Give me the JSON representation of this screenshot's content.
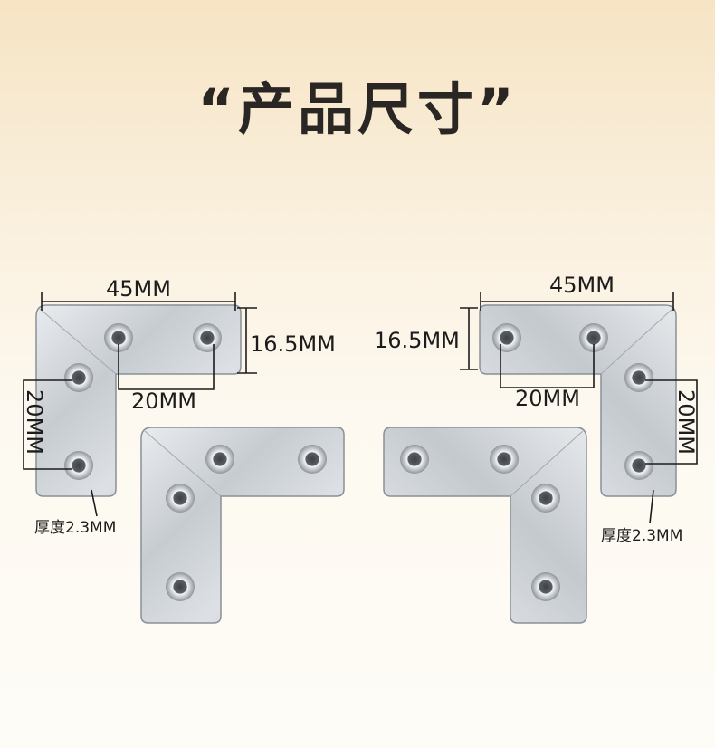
{
  "title": "“产品尺寸”",
  "left_set": {
    "width": "45MM",
    "height": "16.5MM",
    "hole_spacing_h": "20MM",
    "hole_spacing_v": "20MM",
    "thickness": "厚度2.3MM"
  },
  "right_set": {
    "width": "45MM",
    "height": "16.5MM",
    "hole_spacing_h": "20MM",
    "hole_spacing_v": "20MM",
    "thickness": "厚度2.3MM"
  }
}
